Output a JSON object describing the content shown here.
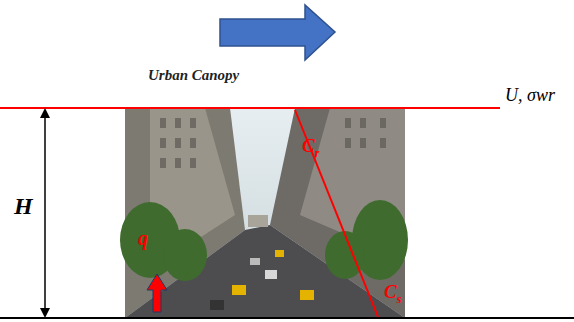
{
  "diagram": {
    "labels": [
      "Urban Canopy",
      "U, σwr",
      "H",
      "q",
      "Cr",
      "Cs"
    ]
  }
}
